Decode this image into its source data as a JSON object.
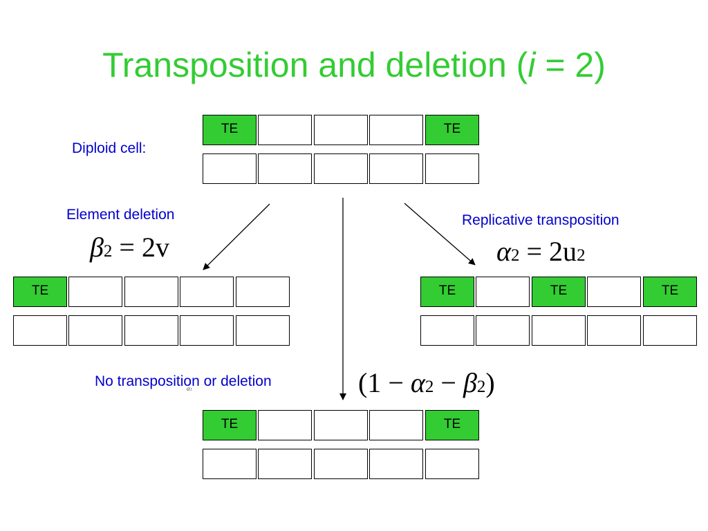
{
  "title": {
    "main": "Transposition and deletion (",
    "variable": "i",
    "equals": " = 2)"
  },
  "te_label": "TE",
  "labels": {
    "diploid": "Diploid cell:",
    "deletion": "Element deletion",
    "replicative": "Replicative transposition",
    "none": "No transposition or deletion"
  },
  "formulas": {
    "deletion": {
      "sym": "β",
      "sub": "2",
      "rhs": " = 2v"
    },
    "replicative": {
      "sym": "α",
      "sub": "2",
      "rhs": " = 2u",
      "rhs_sub": "2"
    },
    "none": {
      "open": "(1 − ",
      "a": "α",
      "a_sub": "2",
      "mid": " − ",
      "b": "β",
      "b_sub": "2",
      "close": ")"
    },
    "stray": {
      "sym": "α",
      "sub": "1"
    }
  },
  "chromosomes": {
    "top": {
      "upper": [
        true,
        false,
        false,
        false,
        true
      ],
      "lower": [
        false,
        false,
        false,
        false,
        false
      ]
    },
    "left": {
      "upper": [
        true,
        false,
        false,
        false,
        false
      ],
      "lower": [
        false,
        false,
        false,
        false,
        false
      ]
    },
    "right": {
      "upper": [
        true,
        false,
        true,
        false,
        true
      ],
      "lower": [
        false,
        false,
        false,
        false,
        false
      ]
    },
    "bottom": {
      "upper": [
        true,
        false,
        false,
        false,
        true
      ],
      "lower": [
        false,
        false,
        false,
        false,
        false
      ]
    }
  },
  "colors": {
    "title": "#33cc33",
    "te_fill": "#33cc33",
    "label_text": "#0000cc"
  }
}
